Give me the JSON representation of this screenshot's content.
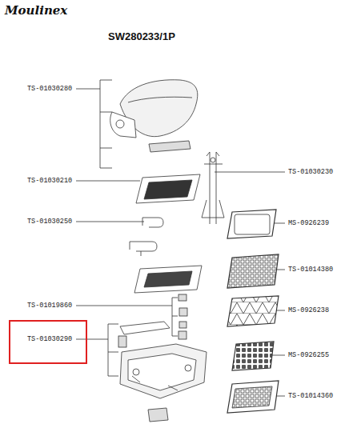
{
  "diagram": {
    "title": "SW280233/1P",
    "labels": [
      "Moulinex",
      "TS-01030280",
      "TS-01030210",
      "TS-01030250",
      "TS-01019860",
      "TS-01030290",
      "TS-01030230",
      "MS-0926239",
      "TS-01014380",
      "MS-0926238",
      "MS-0926255",
      "TS-01014360"
    ]
  }
}
